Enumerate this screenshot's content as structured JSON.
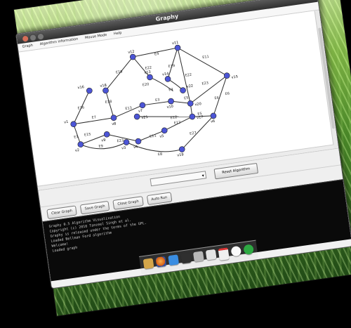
{
  "window": {
    "title": "Graphy"
  },
  "menu": {
    "items": [
      "Graph",
      "Algorithm information",
      "Mouse Mode",
      "Help"
    ]
  },
  "graph": {
    "nodes": [
      {
        "id": "v1",
        "label": "v1"
      },
      {
        "id": "v2",
        "label": "v2"
      },
      {
        "id": "v3",
        "label": "v3"
      },
      {
        "id": "v4",
        "label": "v4"
      },
      {
        "id": "v5",
        "label": "v5"
      },
      {
        "id": "v6",
        "label": "v6"
      },
      {
        "id": "v7",
        "label": "v7"
      },
      {
        "id": "v8",
        "label": "v8"
      },
      {
        "id": "v9",
        "label": "v9"
      },
      {
        "id": "v10",
        "label": "v10"
      },
      {
        "id": "v11",
        "label": "v11"
      },
      {
        "id": "v12",
        "label": "v12"
      },
      {
        "id": "v13",
        "label": "v13"
      },
      {
        "id": "v14",
        "label": "v14"
      },
      {
        "id": "v15",
        "label": "v15"
      },
      {
        "id": "v16",
        "label": "v16"
      },
      {
        "id": "v17",
        "label": "v17"
      },
      {
        "id": "v18",
        "label": "v18"
      },
      {
        "id": "v19",
        "label": "v19"
      },
      {
        "id": "v20",
        "label": "v20"
      },
      {
        "id": "v21",
        "label": "v21"
      },
      {
        "id": "v22",
        "label": "v22"
      }
    ],
    "edge_labels": [
      "E1",
      "E2",
      "E3",
      "E4",
      "E5",
      "E6",
      "E7",
      "E8",
      "E9",
      "E10",
      "E11",
      "E12",
      "E13",
      "E14",
      "E15",
      "E16",
      "E17",
      "E18",
      "E19",
      "E20",
      "E21",
      "E22",
      "E23",
      "E24",
      "E25",
      "E26",
      "E27"
    ]
  },
  "controls": {
    "combo_value": "",
    "reset_label": "Reset Algorithm"
  },
  "buttons": {
    "clear": "Clear Graph",
    "save": "Save Graph",
    "close": "Close Graph",
    "auto": "Auto Run"
  },
  "console": {
    "lines": [
      "Graphy 0.5 Algorithm Visualization",
      "",
      "Copyright (c) 2010 Tanzeel Singh et al.",
      "Graphy is released under the terms of the GPL.",
      "Loaded Bellman Ford algorithm",
      "Welcome!",
      "",
      "Loaded graph"
    ]
  },
  "colors": {
    "node_fill": "#4c55d6",
    "edge": "#2c2c2c",
    "console_bg": "#0a0a0a"
  },
  "dock": {
    "icons": [
      "folder-icon",
      "firefox-icon",
      "safari-icon",
      "app-icon",
      "trash-icon",
      "mail-icon",
      "calendar-icon",
      "clock-icon",
      "terminal-icon"
    ]
  }
}
